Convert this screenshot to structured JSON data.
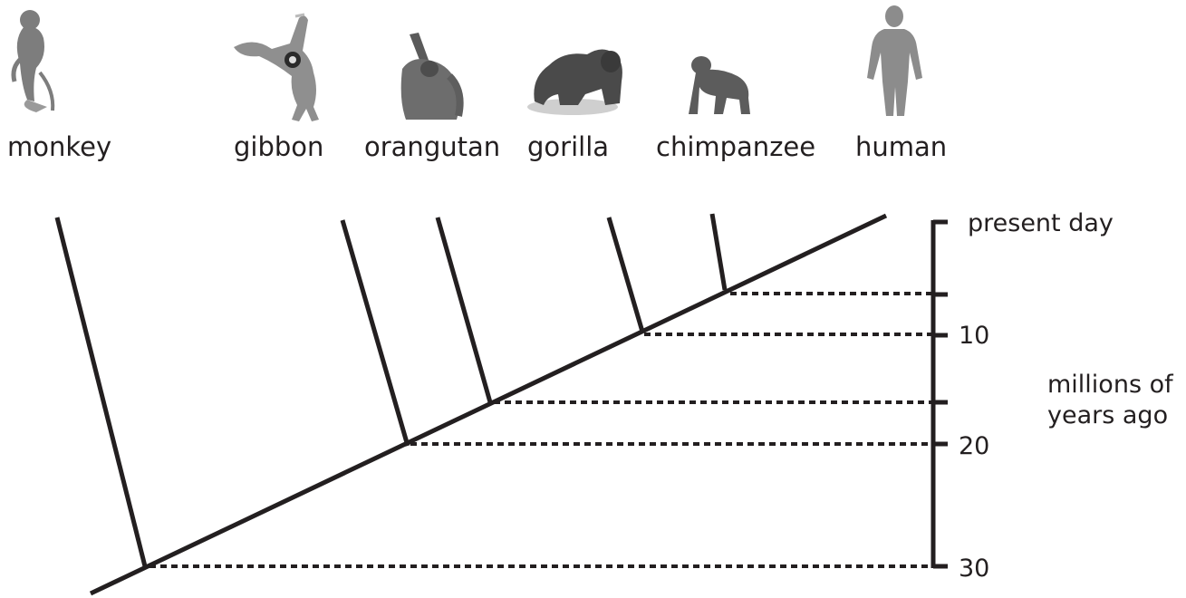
{
  "species": [
    {
      "name": "monkey",
      "divergence_mya": 30
    },
    {
      "name": "gibbon",
      "divergence_mya": 20
    },
    {
      "name": "orangutan",
      "divergence_mya": 16
    },
    {
      "name": "gorilla",
      "divergence_mya": 10
    },
    {
      "name": "chimpanzee",
      "divergence_mya": 6
    },
    {
      "name": "human",
      "divergence_mya": 6
    }
  ],
  "scale": {
    "top_label": "present day",
    "ticks": [
      "10",
      "20",
      "30"
    ],
    "axis_label_line1": "millions of",
    "axis_label_line2": "years ago"
  },
  "colors": {
    "ink": "#231f20",
    "figure_gray": "#8a8a8a"
  }
}
